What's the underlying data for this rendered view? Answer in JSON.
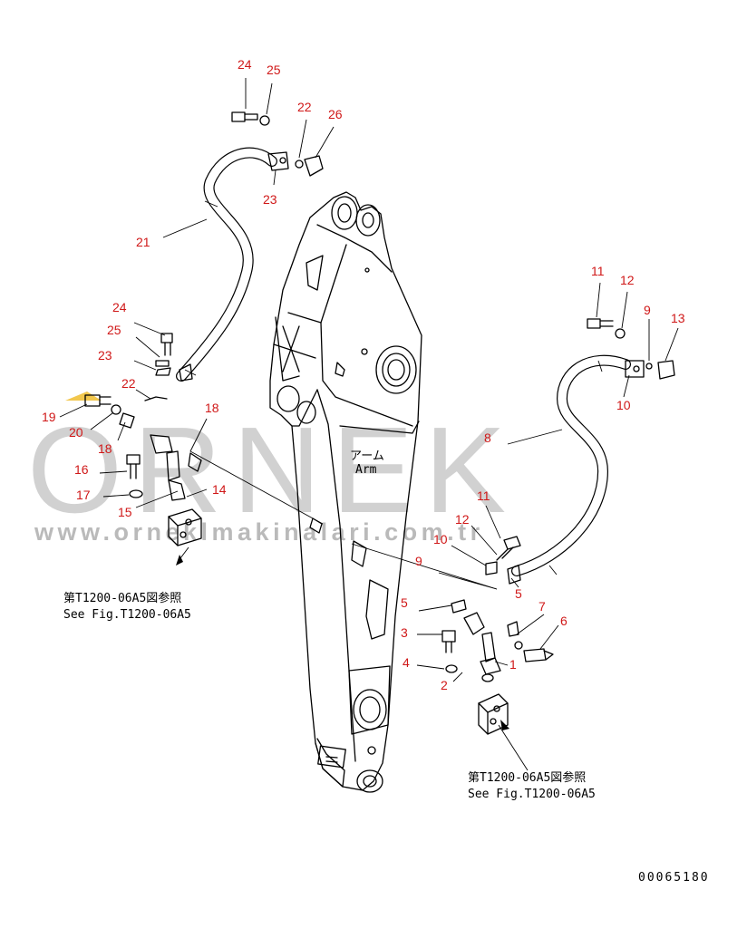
{
  "watermark": {
    "brand": "ORNEK",
    "url": "www.orneklmakinalari.com.tr"
  },
  "arm_label": {
    "jp": "アーム",
    "en": "Arm"
  },
  "references": [
    {
      "jp": "第T1200-06A5図参照",
      "en": "See Fig.T1200-06A5"
    },
    {
      "jp": "第T1200-06A5図参照",
      "en": "See Fig.T1200-06A5"
    }
  ],
  "drawing_number": "00065180",
  "callouts": [
    "24",
    "25",
    "22",
    "26",
    "23",
    "21",
    "24",
    "25",
    "23",
    "22",
    "19",
    "20",
    "18",
    "18",
    "16",
    "17",
    "15",
    "14",
    "11",
    "12",
    "9",
    "13",
    "10",
    "8",
    "11",
    "12",
    "10",
    "9",
    "5",
    "5",
    "7",
    "6",
    "3",
    "4",
    "1",
    "2"
  ]
}
